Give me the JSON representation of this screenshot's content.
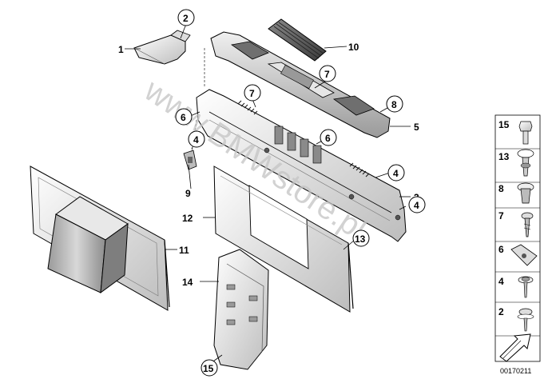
{
  "callouts": [
    "1",
    "2",
    "3",
    "4",
    "4",
    "4",
    "5",
    "6",
    "6",
    "7",
    "7",
    "8",
    "9",
    "10",
    "11",
    "12",
    "13",
    "14",
    "15"
  ],
  "legend": [
    "15",
    "13",
    "8",
    "7",
    "6",
    "4",
    "2"
  ],
  "watermark": "www.BMWstore.pl",
  "diagram_number": "00170211"
}
